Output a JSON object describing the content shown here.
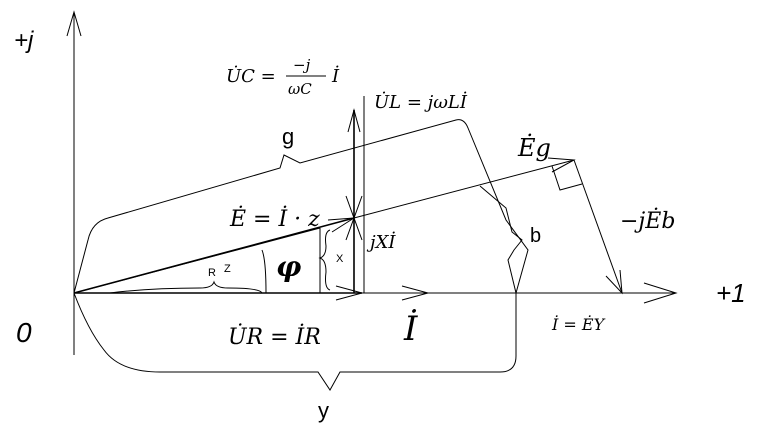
{
  "axes": {
    "real_label": "+1",
    "imag_label": "+j",
    "origin_label": "0"
  },
  "vectors": {
    "current": "İ",
    "voltage_r": "U̇R = İR",
    "voltage_l": "U̇L = jωLİ",
    "voltage_c_num": "−j",
    "voltage_c_den": "ωC",
    "voltage_c_lhs": "U̇C =",
    "voltage_c_rhs": "İ",
    "emf": "Ė = İ · z",
    "reactive_drop": "jXİ",
    "eg": "Ėg",
    "jeb": "−jĖb",
    "i_ey": "İ = ĖY"
  },
  "labels": {
    "phi": "φ",
    "r": "R",
    "z": "Z",
    "x": "X",
    "g": "g",
    "b": "b",
    "y": "y"
  }
}
